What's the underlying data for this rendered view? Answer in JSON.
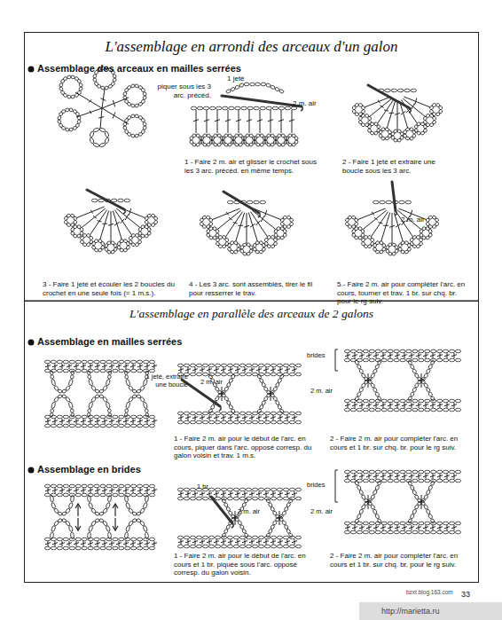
{
  "diagram": {
    "nodes": [
      {
        "text": [
          "L'assemblage en arrondi des arceaux d'un galon"
        ]
      },
      {
        "text": [
          "L'assemblage en parallèle des arceaux de 2 galons"
        ]
      }
    ],
    "labels": [
      "Assemblage des arceaux en mailles serrées",
      "1 jeté",
      "piquer sous les 3 arc. précéd.",
      "2 m. air",
      "1 - Faire 2 m. air et glisser le crochet sous les 3 arc. précéd. en même temps.",
      "2 - Faire 1 jeté et extraire une boucle sous les 3 arc.",
      "3 - Faire 1 jeté et écouler les 2 boucles du crochet en une seule fois (= 1 m.s.).",
      "4 - Les 3 arc. sont assemblés, tirer le fil pour resserrer le trav.",
      "2 m. air",
      "5.- Faire 2 m. air pour compléter l'arc. en cours, tourner et trav. 1 br. sur chq. br. pour le rg suiv.",
      "Assemblage en mailles serrées",
      "1 jeté, extraire une boucle",
      "2 m. air",
      "brides",
      "2 m. air",
      "1 - Faire 2 m. air pour le début de l'arc. en cours, piquer dans l'arc. opposé corresp. du galon voisin et trav. 1 m.s.",
      "2 - Faire 2 m. air pour compléter l'arc. en cours et 1 br. sur chq. br. pour le rg suiv.",
      "Assemblage en brides",
      "1 br.",
      "2 m. air",
      "brides",
      "2 m. air",
      "1 - Faire 2 m. air pour le début de l'arc. en cours et 1 br. piquée sous l'arc. opposé corresp. du galon voisin.",
      "2 - Faire 2 m. air pour compléter l'arc. en cours et 1 br. sur chq. br. pour le rg suiv.",
      "33",
      "bzxt.blog.163.com",
      "http://marietta.ru"
    ]
  }
}
